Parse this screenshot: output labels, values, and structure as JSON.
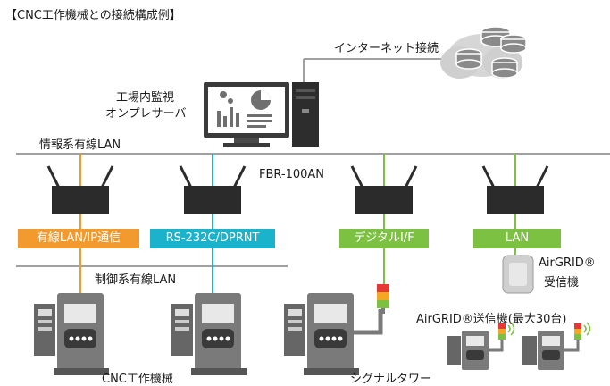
{
  "title": "【CNC工作機械との接続構成例】",
  "labels": {
    "internet": "インターネット接続",
    "monitor_server_l1": "工場内監視",
    "monitor_server_l2": "オンプレサーバ",
    "info_lan": "情報系有線LAN",
    "control_lan": "制御系有線LAN",
    "fbr": "FBR-100AN",
    "airgrid_receiver_l1": "AirGRID®",
    "airgrid_receiver_l2": "受信機",
    "airgrid_transmitter": "AirGRID®送信機(最大30台)",
    "cnc": "CNC工作機械",
    "signal_tower": "シグナルタワー"
  },
  "connections": [
    {
      "label": "有線LAN/IP通信",
      "color": "#f39a2e"
    },
    {
      "label": "RS-232C/DPRNT",
      "color": "#1bb3cc"
    },
    {
      "label": "デジタルI/F",
      "color": "#7cc142"
    },
    {
      "label": "LAN",
      "color": "#7cc142"
    }
  ],
  "colors": {
    "device_dark": "#2b2b2b",
    "network_line": "#9a9a9a",
    "machine_gray": "#7a7a7a"
  }
}
